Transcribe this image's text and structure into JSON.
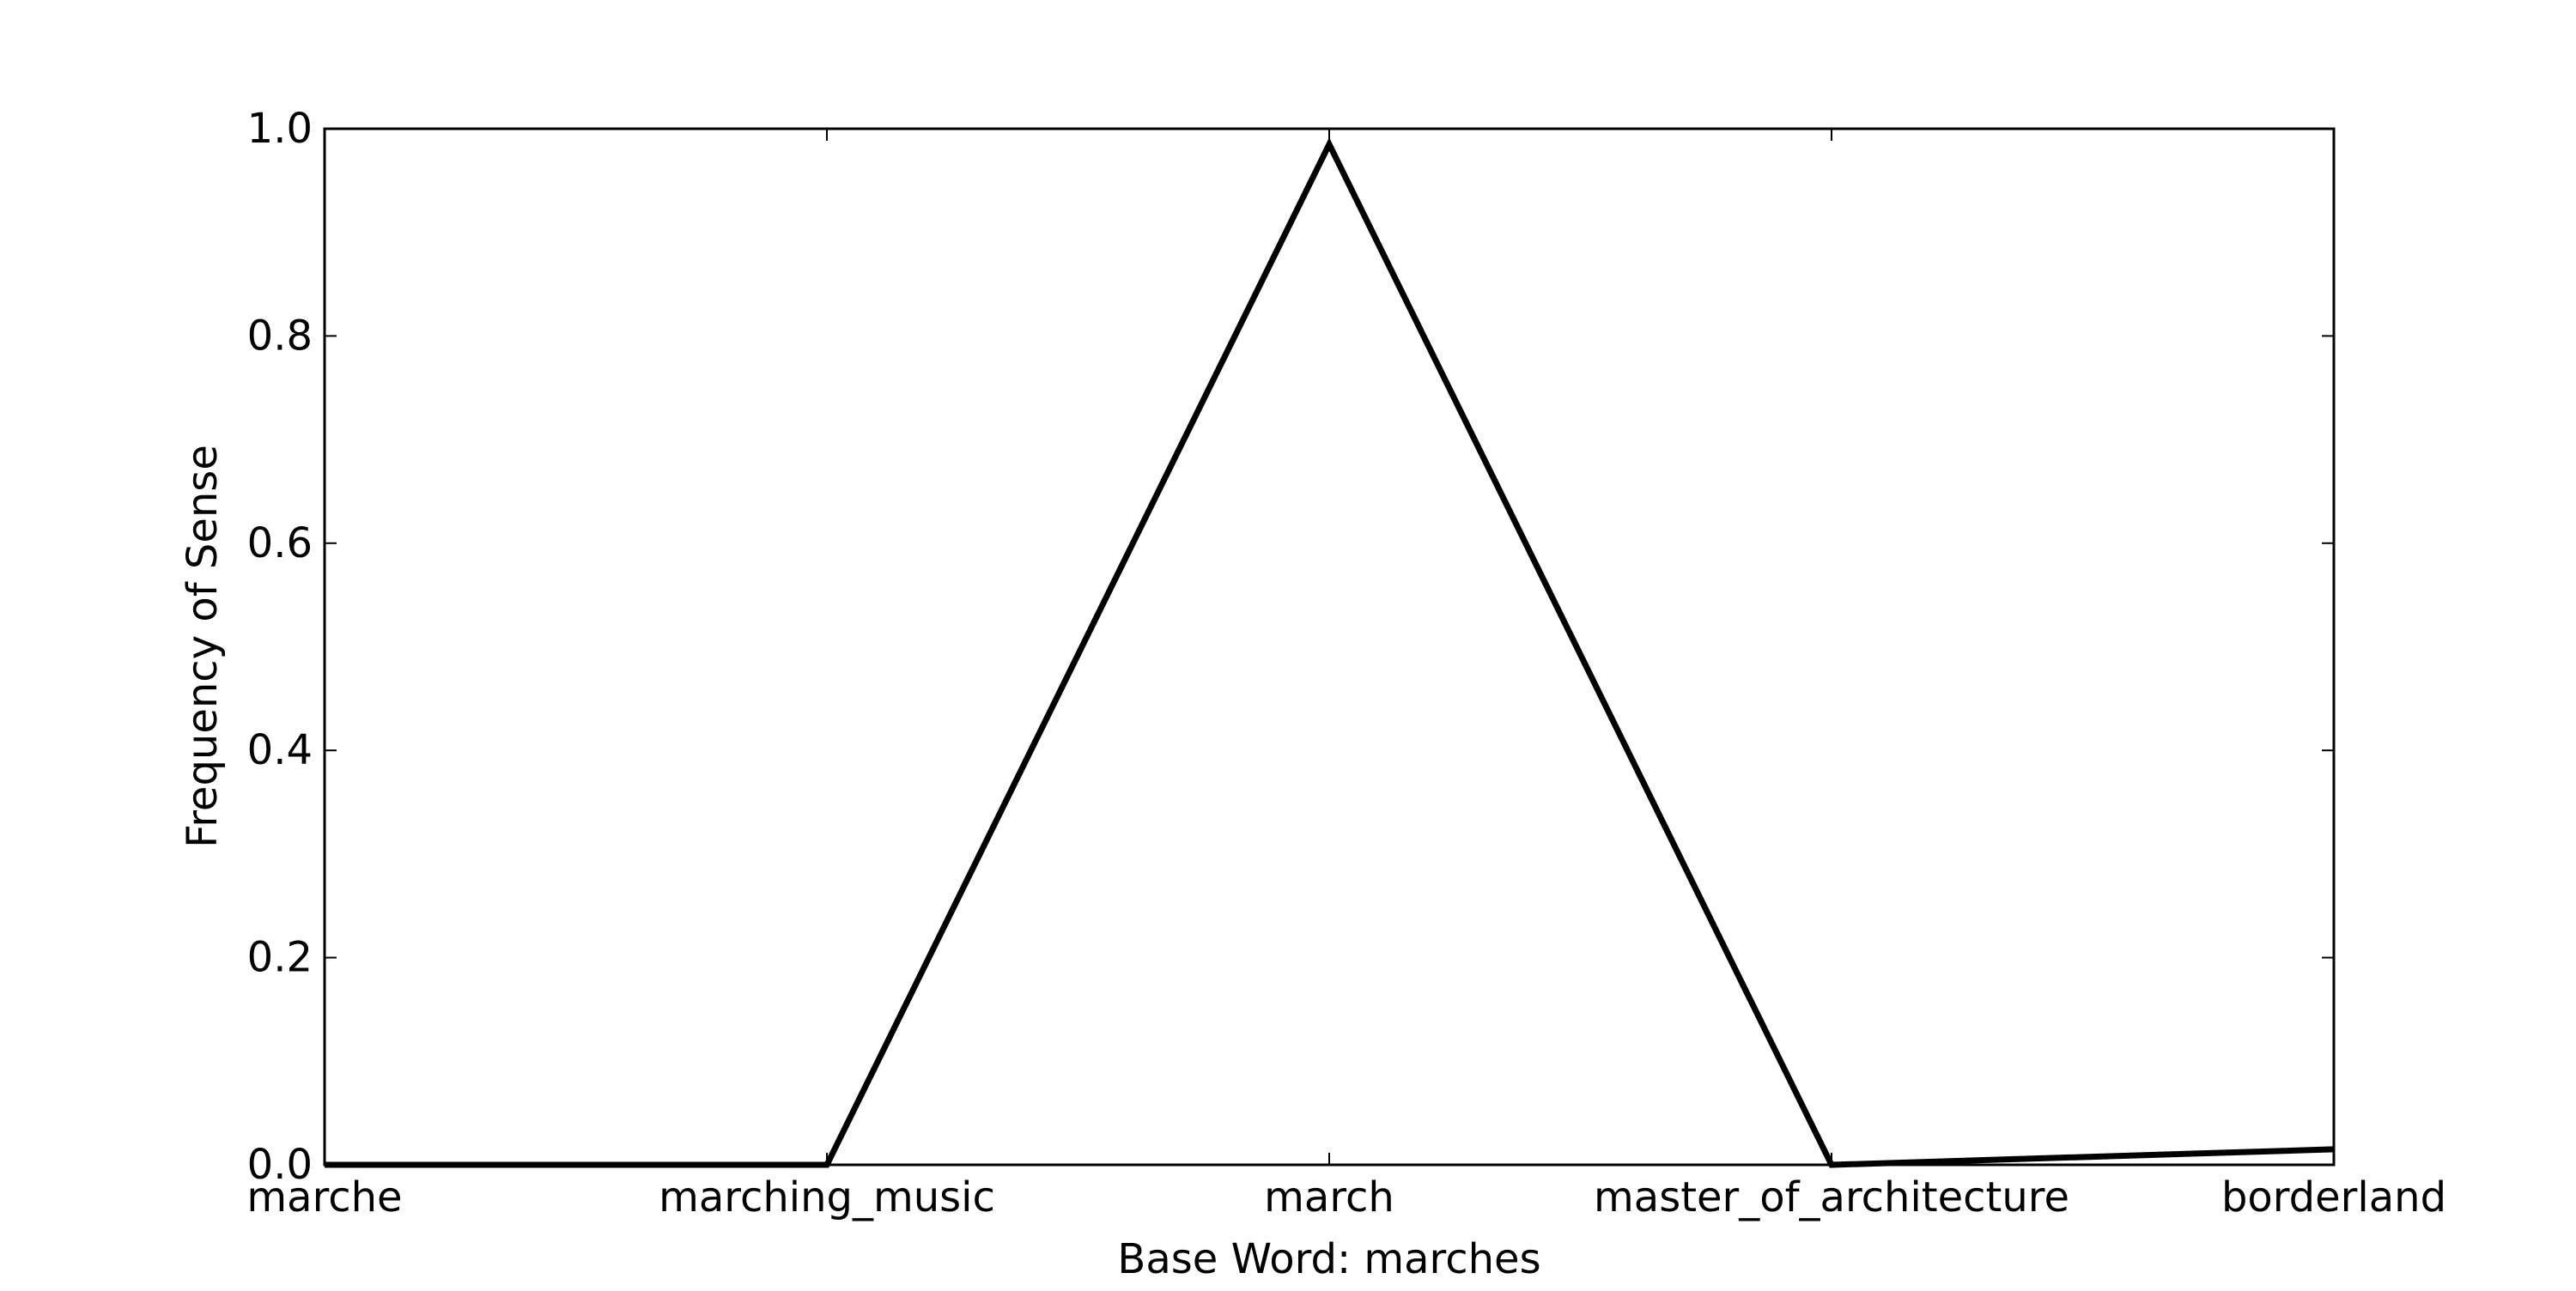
{
  "chart_data": {
    "type": "line",
    "categories": [
      "marche",
      "marching_music",
      "march",
      "master_of_architecture",
      "borderland"
    ],
    "series": [
      {
        "values": [
          0.0,
          0.0,
          0.985,
          0.0,
          0.015
        ]
      }
    ],
    "xlabel": "Base Word: marches",
    "ylabel": "Frequency of Sense",
    "ylim": [
      0.0,
      1.0
    ],
    "yticks": [
      0.0,
      0.2,
      0.4,
      0.6,
      0.8,
      1.0
    ],
    "ytick_labels": [
      "0.0",
      "0.2",
      "0.4",
      "0.6",
      "0.8",
      "1.0"
    ],
    "grid": false,
    "line_color": "#000000"
  }
}
